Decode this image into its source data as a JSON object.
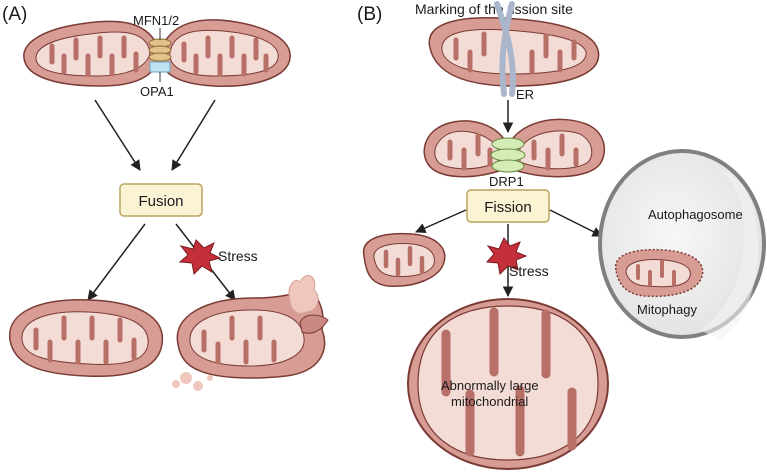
{
  "panel_a": {
    "label": "(A)",
    "fusion_protein_top": "MFN1/2",
    "fusion_protein_bottom": "OPA1",
    "process_box": "Fusion",
    "stress_label": "Stress"
  },
  "panel_b": {
    "label": "(B)",
    "heading": "Marking of the fission site",
    "er_label": "ER",
    "fission_protein": "DRP1",
    "process_box": "Fission",
    "stress_label": "Stress",
    "autophagosome_label": "Autophagosome",
    "mitophagy_label": "Mitophagy",
    "large_mito_label_line1": "Abnormally large",
    "large_mito_label_line2": "mitochondrial"
  },
  "colors": {
    "membrane_outer": "#d79c94",
    "membrane_stroke": "#7a3b35",
    "matrix": "#f3dcd6",
    "box_fill": "#fbf4d4",
    "box_stroke": "#b8a45c",
    "stress_star": "#c4303a",
    "drp1": "#d6ecb6",
    "mfn": "#e3c38c",
    "opa1": "#bfe3f2",
    "er": "#a9b6cc",
    "autophagosome_rim": "#808080",
    "autophagosome_fill": "#ececec",
    "arrow": "#222222"
  }
}
